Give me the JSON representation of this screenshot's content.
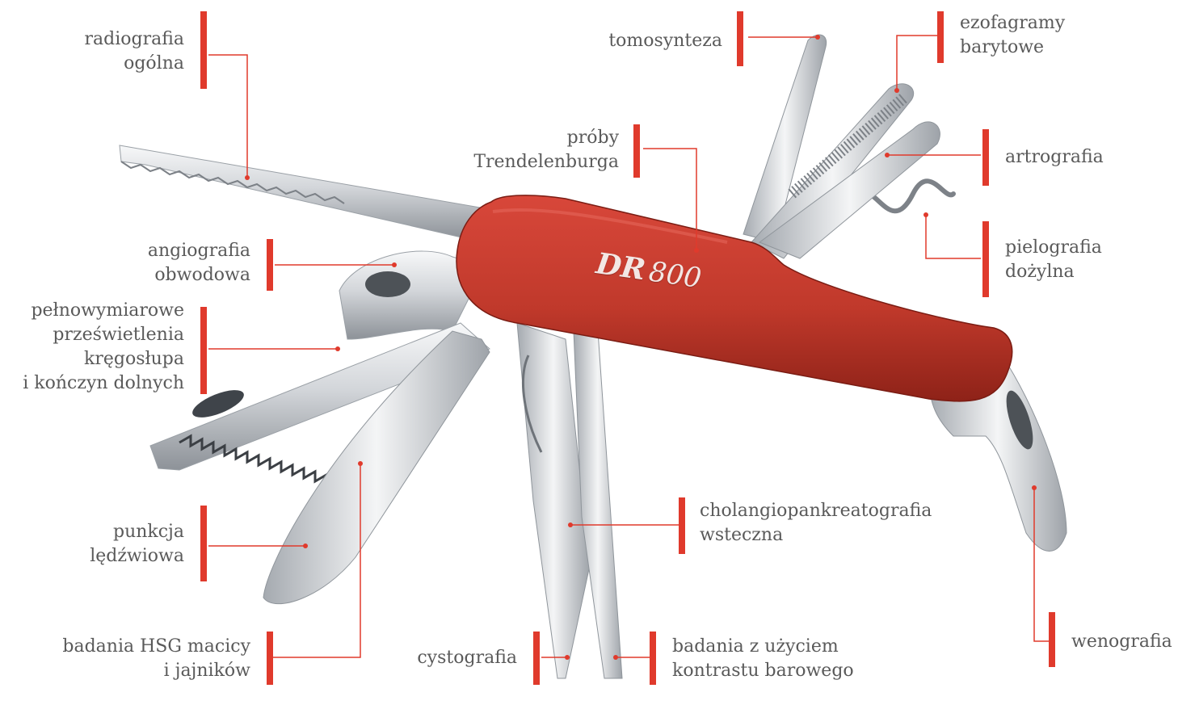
{
  "brand": {
    "model_bold": "DR",
    "model_num": "800"
  },
  "labels": {
    "radiografia": "radiografia\nogólna",
    "angiografia": "angiografia\nobwodowa",
    "pelnowymiarowe": "pełnowymiarowe\nprześwietlenia\nkręgosłupa\ni kończyn dolnych",
    "punkcja": "punkcja\nlędźwiowa",
    "hsg": "badania HSG macicy\ni jajników",
    "cystografia": "cystografia",
    "kontrast": "badania z użyciem\nkontrastu barowego",
    "cholangio": "cholangiopankreatografia\nwsteczna",
    "proby": "próby\nTrendelenburga",
    "tomosynteza": "tomosynteza",
    "ezofagramy": "ezofagramy\nbarytowe",
    "artrografia": "artrografia",
    "pielografia": "pielografia\ndożylna",
    "wenografia": "wenografia"
  },
  "colors": {
    "accent": "#e03a2c",
    "handle": "#c0392b",
    "label_text": "#5a5a5a",
    "steel": "#c9ccd0"
  }
}
